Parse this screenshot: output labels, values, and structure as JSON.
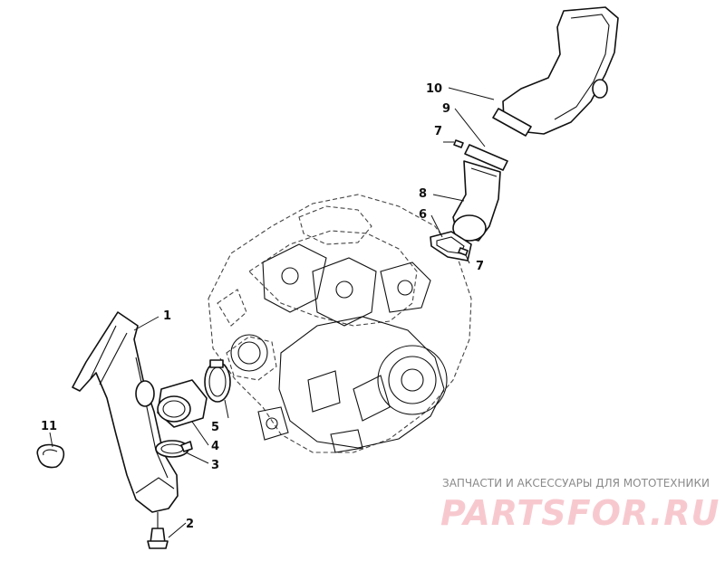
{
  "callouts": {
    "c1": "1",
    "c2": "2",
    "c3": "3",
    "c4": "4",
    "c5": "5",
    "c6": "6",
    "c7a": "7",
    "c7b": "7",
    "c8": "8",
    "c9": "9",
    "c10": "10",
    "c11": "11"
  },
  "watermark": {
    "caption": "ЗАПЧАСТИ И АКСЕССУАРЫ ДЛЯ МОТОТЕХНИКИ",
    "logo": "PARTSFOR.RU",
    "color": "#f7c9cf"
  }
}
